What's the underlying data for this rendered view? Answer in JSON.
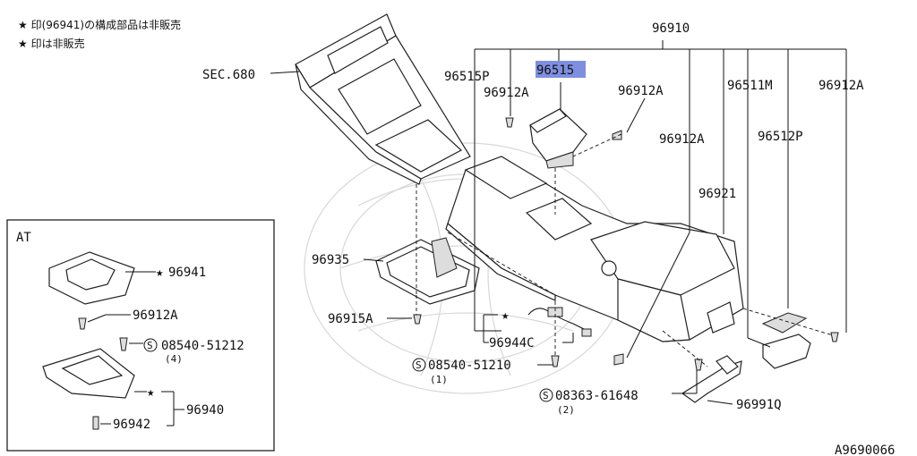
{
  "notes": {
    "line1": "★ 印(96941)の構成部品は非販売",
    "line2": "★ 印は非販売"
  },
  "inset": {
    "title": "AT"
  },
  "labels": {
    "p96910": "96910",
    "sec680": "SEC.680",
    "p96515p": "96515P",
    "p96912a_1": "96912A",
    "p96515": "96515",
    "p96912a_2": "96912A",
    "p96511m": "96511M",
    "p96912a_3": "96912A",
    "p96512p": "96512P",
    "p96912a_4": "96912A",
    "p96921": "96921",
    "p96935": "96935",
    "p96915a": "96915A",
    "p96944c": "96944C",
    "bolt1": "08540-51210",
    "bolt1_qty": "(1)",
    "bolt2": "08363-61648",
    "bolt2_qty": "(2)",
    "p96991q": "96991Q",
    "p96941": "96941",
    "p96912a_5": "96912A",
    "bolt3": "08540-51212",
    "bolt3_qty": "(4)",
    "p96940": "96940",
    "p96942": "96942",
    "s_mark": "S",
    "star": "★"
  },
  "figure_id": "A9690066",
  "colors": {
    "highlight": "#7f8fe0",
    "line": "#111111"
  }
}
